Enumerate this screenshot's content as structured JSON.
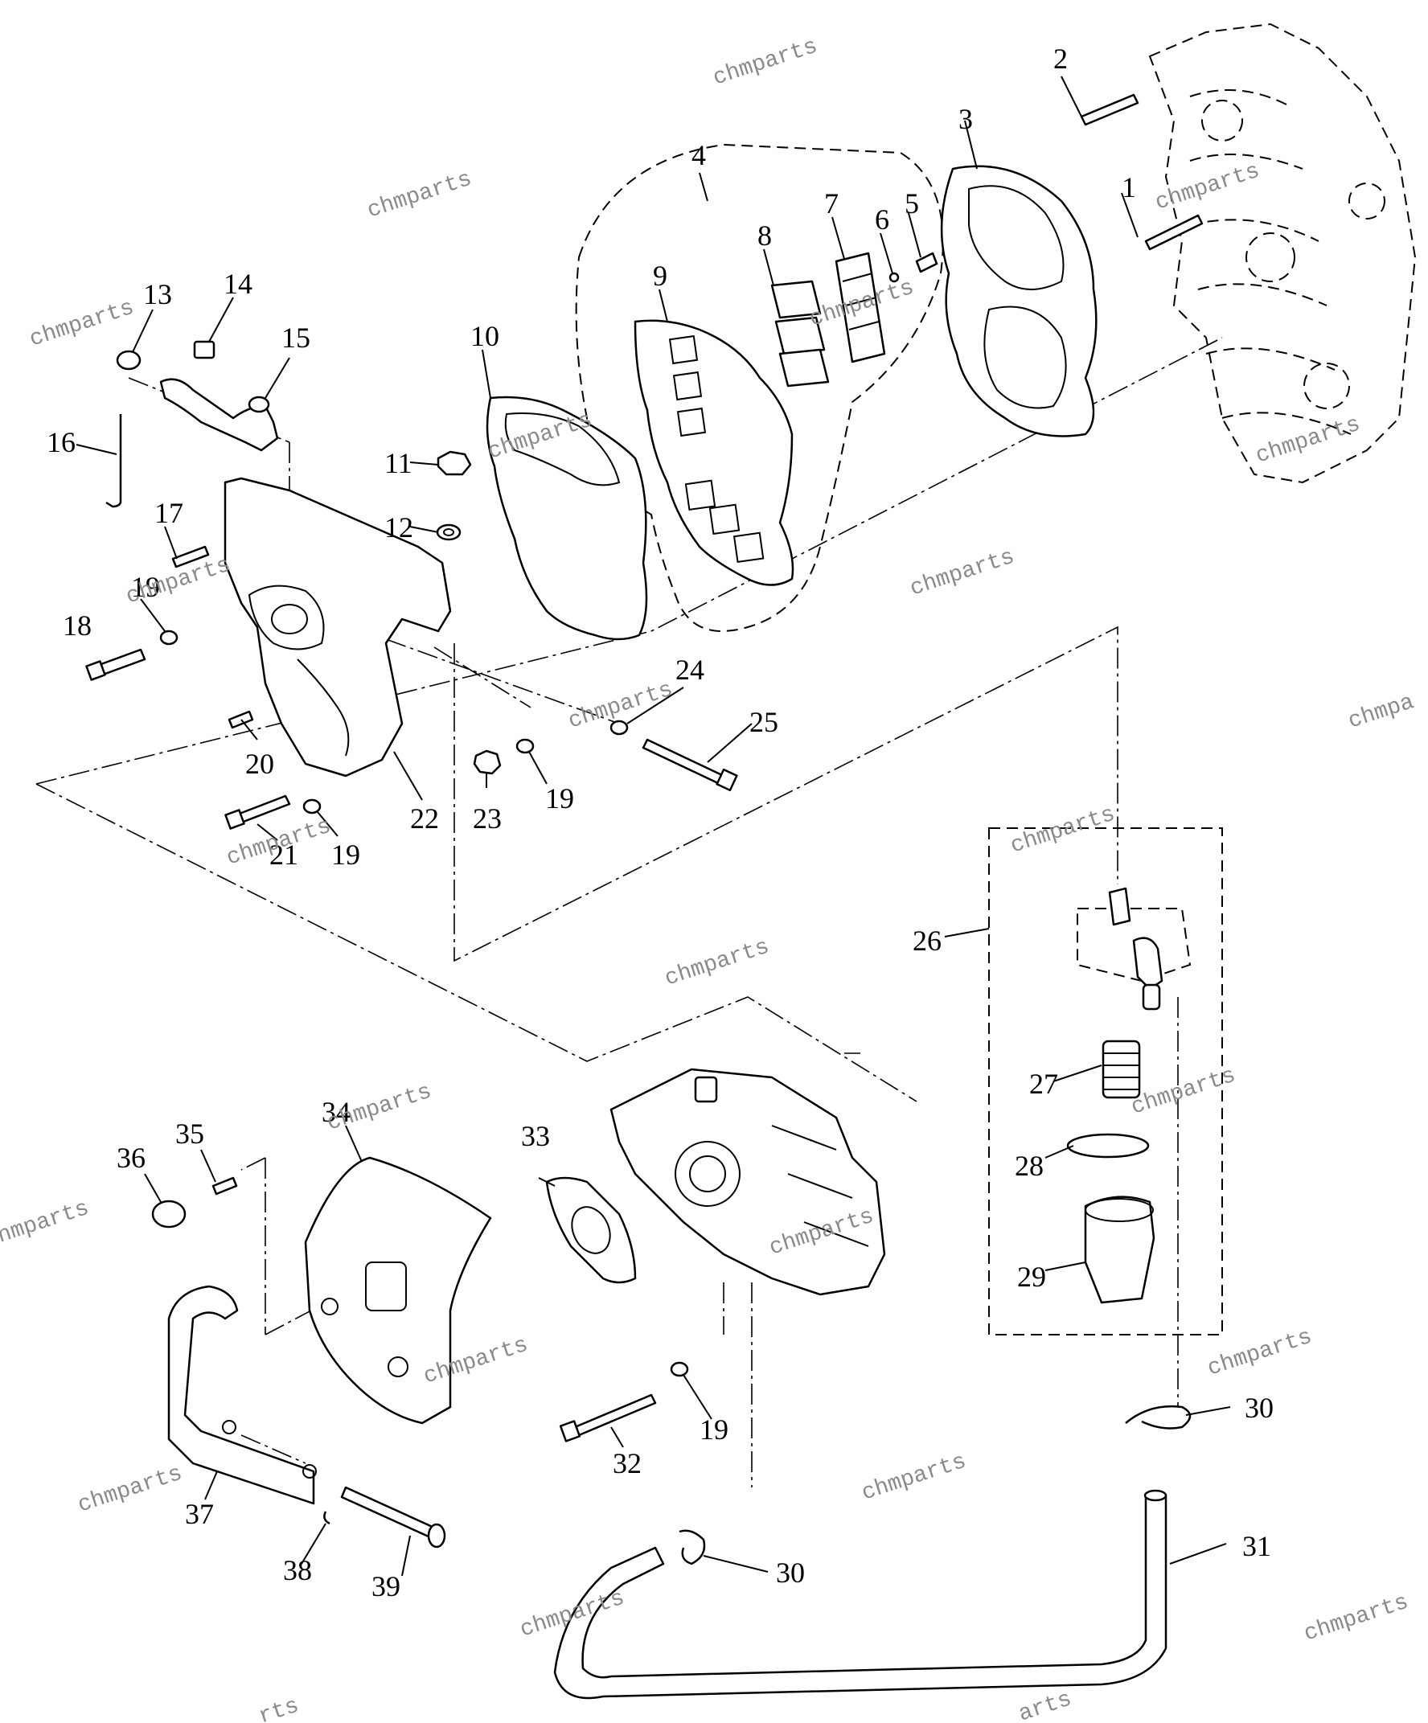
{
  "diagram": {
    "callouts": [
      "1",
      "2",
      "3",
      "4",
      "5",
      "6",
      "7",
      "8",
      "9",
      "10",
      "11",
      "12",
      "13",
      "14",
      "15",
      "16",
      "17",
      "18",
      "19",
      "20",
      "21",
      "22",
      "23",
      "24",
      "25",
      "26",
      "27",
      "28",
      "29",
      "30",
      "31",
      "32",
      "33",
      "34",
      "35",
      "36",
      "37",
      "38",
      "39"
    ],
    "extra_callouts": {
      "19": [
        "19",
        "19",
        "19",
        "19"
      ],
      "30": [
        "30",
        "30"
      ]
    },
    "watermark": "chmparts",
    "watermark_partial": [
      "chmpa",
      "hmparts",
      "rts",
      "arts"
    ]
  }
}
